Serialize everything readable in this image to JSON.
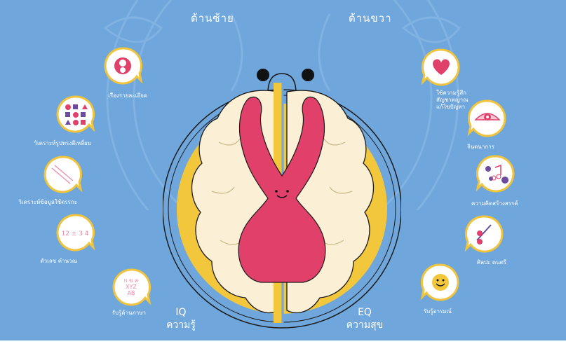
{
  "headings": {
    "left": "ด้านซ้าย",
    "right": "ด้านขวา"
  },
  "left_items": [
    {
      "icon": "pacifier-icon",
      "caption": "เรื่องรายละเอียด"
    },
    {
      "icon": "shapes-grid-icon",
      "caption": "วิเคราะห์รูปทรงสีเหลี่ยม"
    },
    {
      "icon": "lines-icon",
      "caption": "วิเคราะห์ข้อมูลใช้ตรรกะ"
    },
    {
      "icon": "numbers-icon",
      "caption": "ตัวเลข คำนวณ",
      "glyph": "12 ± 3 4"
    },
    {
      "icon": "letters-icon",
      "caption": "รับรู้ด้านภาษา",
      "glyph_lines": [
        "ก ข ค",
        "XYZ",
        "AB"
      ]
    }
  ],
  "right_items": [
    {
      "icon": "heart-icon",
      "caption_lines": [
        "ใช้ความรู้สึก",
        "สัญชาตญาณ",
        "แก้ไขปัญหา"
      ]
    },
    {
      "icon": "eye-icon",
      "caption": "จินตนาการ"
    },
    {
      "icon": "music-icon",
      "caption": "ความคิดสร้างสรรค์"
    },
    {
      "icon": "paint-icon",
      "caption": "ศิลปะ ดนตรี"
    },
    {
      "icon": "smile-icon",
      "caption": "รับรู้อารมณ์"
    }
  ],
  "footer": {
    "left": {
      "code": "IQ",
      "label": "ความรู้"
    },
    "right": {
      "code": "EQ",
      "label": "ความสุข"
    }
  },
  "colors": {
    "background": "#6fa6dc",
    "bubble_fill": "#ffffff",
    "bubble_ring": "#f0c43c",
    "accent": "#e0406a",
    "brain_fill": "#fbf0d6",
    "brain_ring": "#f2c73b"
  }
}
